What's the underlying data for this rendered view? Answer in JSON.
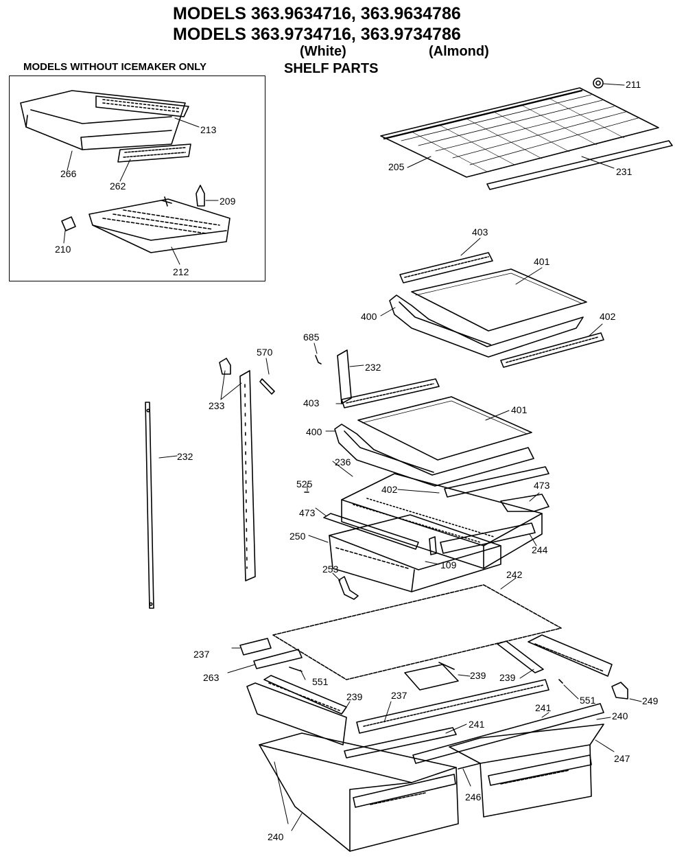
{
  "header": {
    "title_line1": "MODELS 363.9634716, 363.9634786",
    "title_line2": "MODELS 363.9734716, 363.9734786",
    "color_white": "(White)",
    "color_almond": "(Almond)",
    "section_title": "SHELF PARTS"
  },
  "inset": {
    "label": "MODELS WITHOUT ICEMAKER ONLY",
    "parts": {
      "p213": "213",
      "p266": "266",
      "p262": "262",
      "p209": "209",
      "p210": "210",
      "p212": "212"
    }
  },
  "parts": {
    "p211": "211",
    "p205": "205",
    "p231": "231",
    "p403a": "403",
    "p401a": "401",
    "p400a": "400",
    "p402a": "402",
    "p685": "685",
    "p232a": "232",
    "p570": "570",
    "p233": "233",
    "p403b": "403",
    "p401b": "401",
    "p232b": "232",
    "p400b": "400",
    "p236": "236",
    "p525": "525",
    "p402b": "402",
    "p473a": "473",
    "p473b": "473",
    "p250": "250",
    "p109": "109",
    "p244": "244",
    "p253": "253",
    "p242": "242",
    "p237a": "237",
    "p263": "263",
    "p239a": "239",
    "p239b": "239",
    "p551a": "551",
    "p551b": "551",
    "p249": "249",
    "p239c": "239",
    "p237b": "237",
    "p241a": "241",
    "p241b": "241",
    "p240a": "240",
    "p247": "247",
    "p246": "246",
    "p240b": "240"
  }
}
